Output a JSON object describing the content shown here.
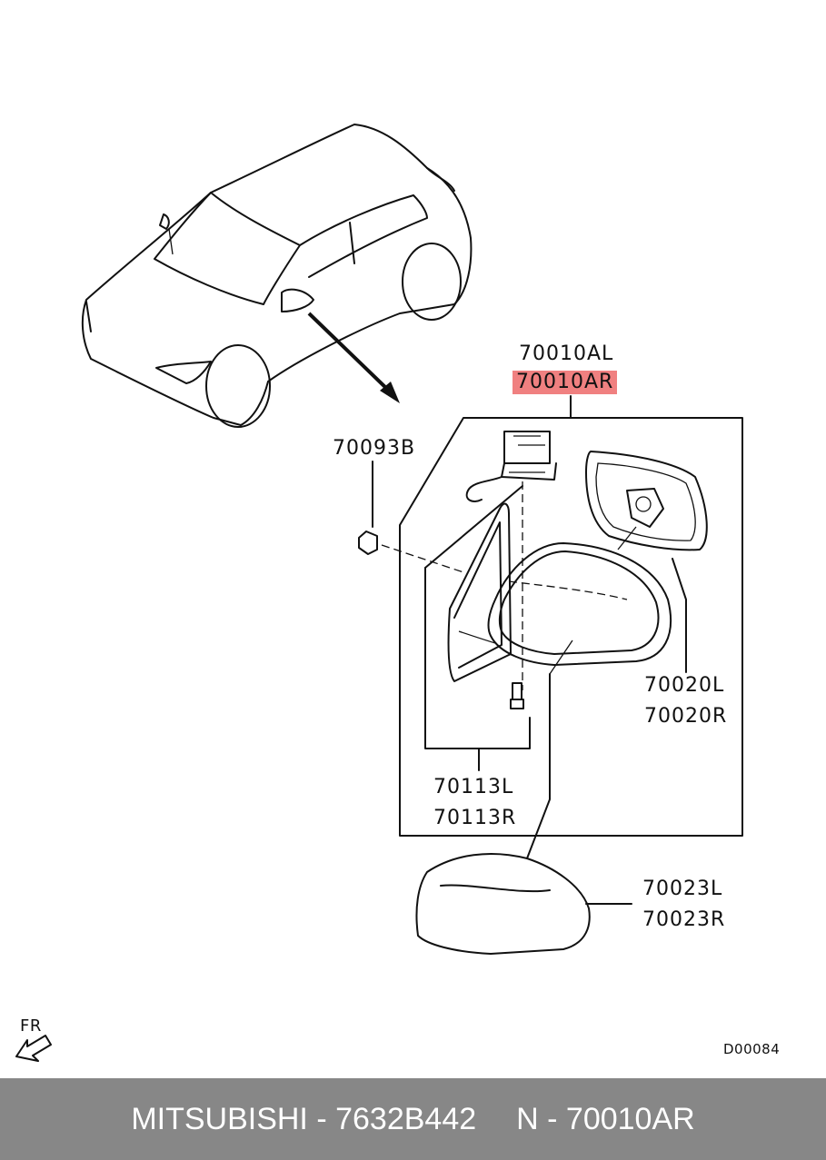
{
  "labels": {
    "assembly_l": "70010AL",
    "assembly_r": "70010AR",
    "bolt": "70093B",
    "glass_l": "70020L",
    "glass_r": "70020R",
    "base_l": "70113L",
    "base_r": "70113R",
    "cover_l": "70023L",
    "cover_r": "70023R",
    "diagram_code": "D00084",
    "direction": "FR"
  },
  "footer": {
    "brand_part": "MITSUBISHI - 7632B442",
    "catalog_ref": "N - 70010AR"
  },
  "colors": {
    "highlight": "#f08080",
    "footer_bg": "#878787",
    "footer_text": "#ffffff"
  }
}
